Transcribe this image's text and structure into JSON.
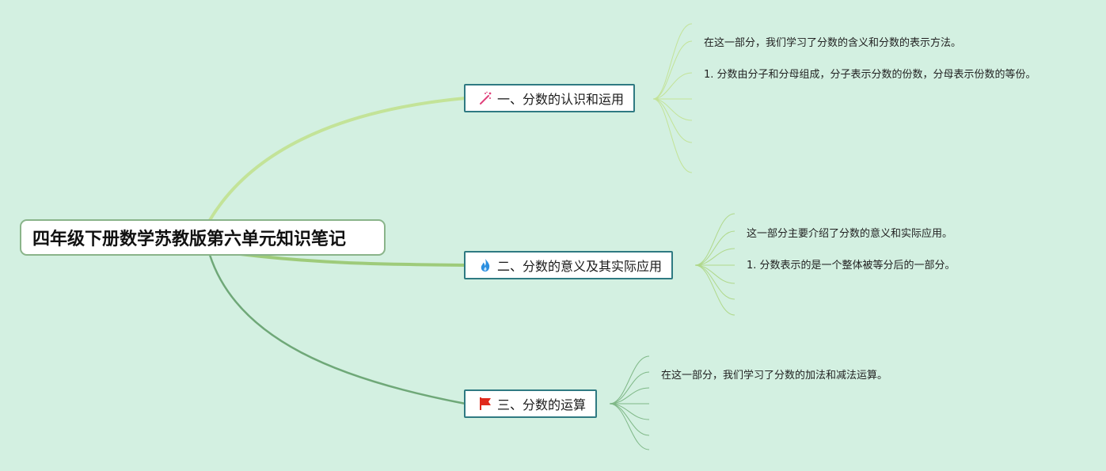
{
  "root": {
    "title": "四年级下册数学苏教版第六单元知识笔记"
  },
  "colors": {
    "background": "#d3f0e1",
    "branch1_line": "#c3e398",
    "branch2_line": "#9ecb7a",
    "branch3_line": "#6fa878",
    "node_border": "#2f7a82"
  },
  "branches": [
    {
      "icon": "magic-wand-icon",
      "label": "一、分数的认识和运用",
      "notes": [
        "在这一部分，我们学习了分数的含义和分数的表示方法。",
        "1. 分数由分子和分母组成，分子表示分数的份数，分母表示份数的等份。"
      ]
    },
    {
      "icon": "flame-icon",
      "label": "二、分数的意义及其实际应用",
      "notes": [
        "这一部分主要介绍了分数的意义和实际应用。",
        "1. 分数表示的是一个整体被等分后的一部分。"
      ]
    },
    {
      "icon": "red-flag-icon",
      "label": "三、分数的运算",
      "notes": [
        "在这一部分，我们学习了分数的加法和减法运算。"
      ]
    }
  ]
}
